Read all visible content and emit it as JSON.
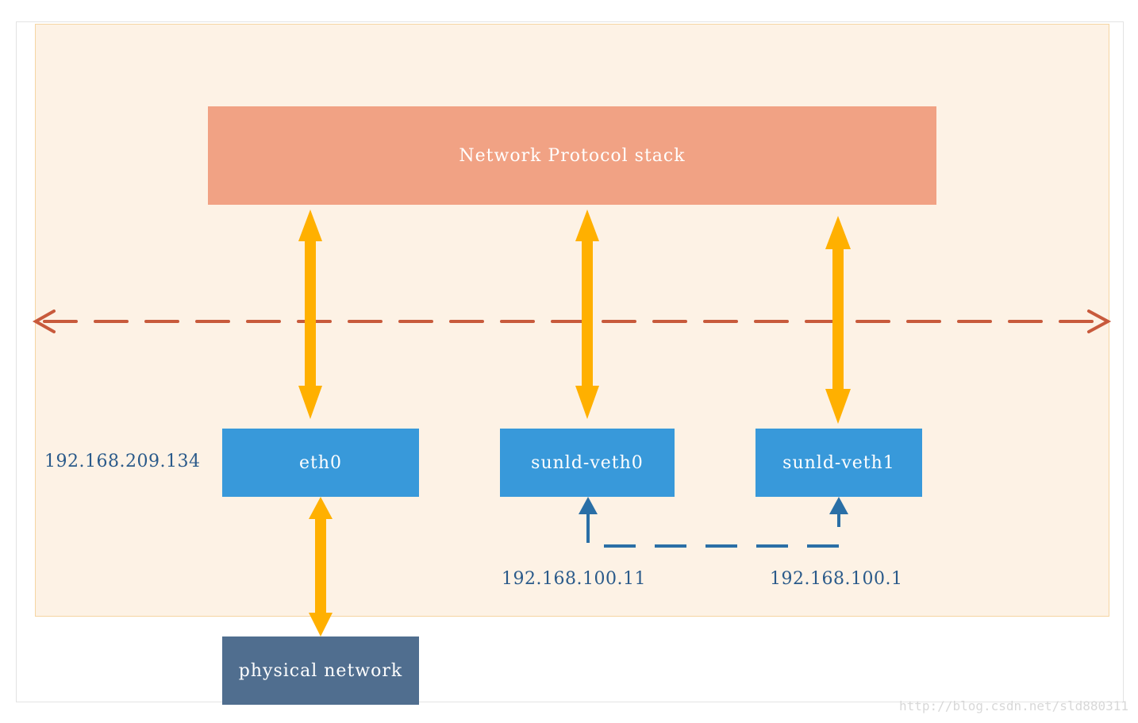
{
  "diagram": {
    "protocol_stack_label": "Network Protocol stack",
    "interfaces": {
      "eth0": {
        "label": "eth0",
        "ip": "192.168.209.134"
      },
      "veth0": {
        "label": "sunld-veth0",
        "ip": "192.168.100.11"
      },
      "veth1": {
        "label": "sunld-veth1",
        "ip": "192.168.100.1"
      }
    },
    "physical_network_label": "physical network",
    "watermark": "http://blog.csdn.net/sld880311"
  },
  "colors": {
    "host_background": "#fdf2e5",
    "protocol_stack": "#f1a284",
    "interface": "#3899da",
    "physical_network": "#506e8f",
    "bidirectional_arrow": "#ffb000",
    "boundary_line": "#c85a3c",
    "veth_link": "#2a6fa6",
    "ip_text": "#2a5a8a"
  }
}
